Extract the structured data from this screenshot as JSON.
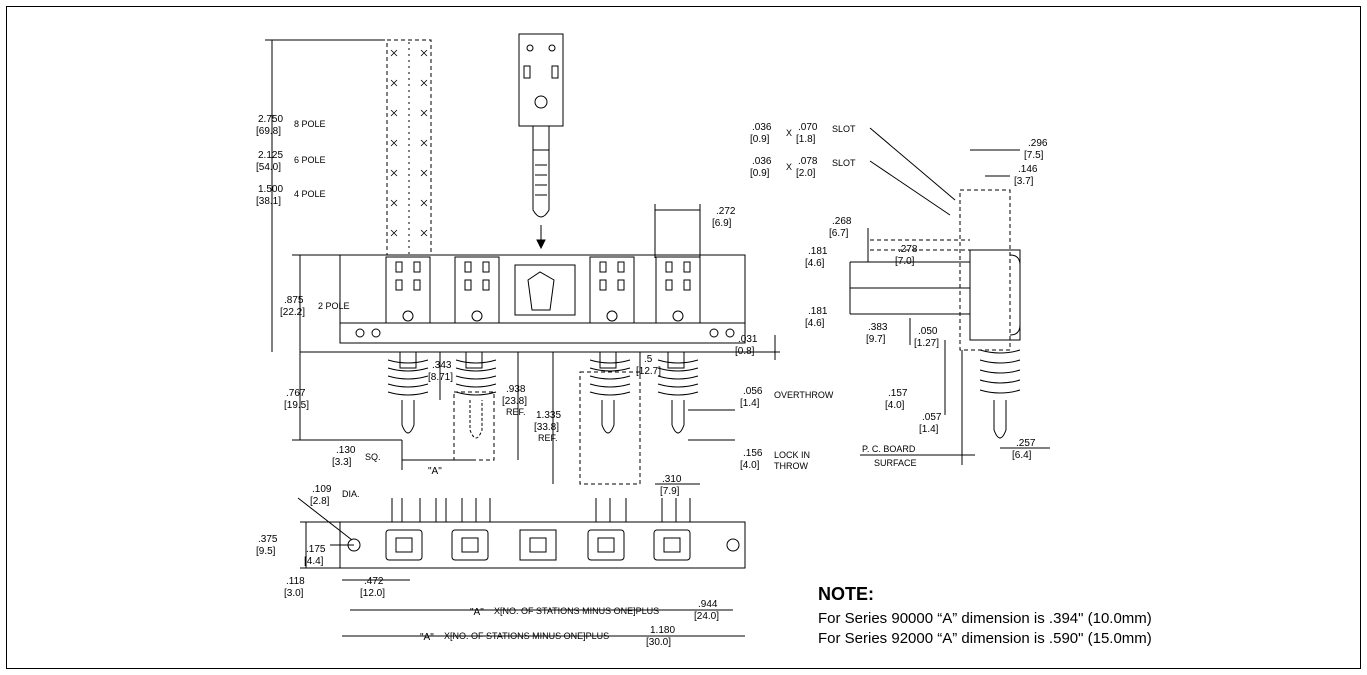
{
  "pole_dims": [
    {
      "in": "2.750",
      "mm": "[69.8]",
      "label": "8 POLE"
    },
    {
      "in": "2.125",
      "mm": "[54.0]",
      "label": "6 POLE"
    },
    {
      "in": "1.500",
      "mm": "[38.1]",
      "label": "4 POLE"
    },
    {
      "in": ".875",
      "mm": "[22.2]",
      "label": "2 POLE"
    }
  ],
  "front_dims": {
    "d767": {
      "in": ".767",
      "mm": "[19.5]"
    },
    "d343": {
      "in": ".343",
      "mm": "[8.71]"
    },
    "d938": {
      "in": ".938",
      "mm": "[23.8]",
      "note": "REF."
    },
    "d1335": {
      "in": "1.335",
      "mm": "[33.8]",
      "note": "REF."
    },
    "d5": {
      "in": ".5",
      "mm": "[12.7]"
    },
    "d130": {
      "in": ".130",
      "mm": "[3.3]",
      "note": "SQ."
    },
    "dA": "\"A\"",
    "d272": {
      "in": ".272",
      "mm": "[6.9]"
    },
    "d031": {
      "in": ".031",
      "mm": "[0.8]"
    },
    "d056": {
      "in": ".056",
      "mm": "[1.4]",
      "note": "OVERTHROW"
    },
    "d156": {
      "in": ".156",
      "mm": "[4.0]",
      "note1": "LOCK IN",
      "note2": "THROW"
    },
    "d310": {
      "in": ".310",
      "mm": "[7.9]"
    }
  },
  "bottom_dims": {
    "d109": {
      "in": ".109",
      "mm": "[2.8]",
      "note": "DIA."
    },
    "d375": {
      "in": ".375",
      "mm": "[9.5]"
    },
    "d175": {
      "in": ".175",
      "mm": "[4.4]"
    },
    "d118": {
      "in": ".118",
      "mm": "[3.0]"
    },
    "d472": {
      "in": ".472",
      "mm": "[12.0]"
    },
    "formula1": {
      "a": "\"A\"",
      "text": "X[NO. OF STATIONS MINUS ONE]PLUS",
      "in": ".944",
      "mm": "[24.0]"
    },
    "formula2": {
      "a": "\"A\"",
      "text": "X[NO. OF STATIONS MINUS ONE]PLUS",
      "in": "1.180",
      "mm": "[30.0]"
    }
  },
  "side_dims": {
    "slot1": {
      "a_in": ".036",
      "a_mm": "[0.9]",
      "x": "X",
      "b_in": ".070",
      "b_mm": "[1.8]",
      "note": "SLOT"
    },
    "slot2": {
      "a_in": ".036",
      "a_mm": "[0.9]",
      "x": "X",
      "b_in": ".078",
      "b_mm": "[2.0]",
      "note": "SLOT"
    },
    "d296": {
      "in": ".296",
      "mm": "[7.5]"
    },
    "d146": {
      "in": ".146",
      "mm": "[3.7]"
    },
    "d268": {
      "in": ".268",
      "mm": "[6.7]"
    },
    "d278": {
      "in": ".278",
      "mm": "[7.0]"
    },
    "d181a": {
      "in": ".181",
      "mm": "[4.6]"
    },
    "d181b": {
      "in": ".181",
      "mm": "[4.6]"
    },
    "d383": {
      "in": ".383",
      "mm": "[9.7]"
    },
    "d050": {
      "in": ".050",
      "mm": "[1.27]"
    },
    "d157": {
      "in": ".157",
      "mm": "[4.0]"
    },
    "d057": {
      "in": ".057",
      "mm": "[1.4]"
    },
    "d257": {
      "in": ".257",
      "mm": "[6.4]"
    },
    "pcb1": "P. C. BOARD",
    "pcb2": "SURFACE"
  },
  "note": {
    "title": "NOTE:",
    "line1": "For Series 90000 “A” dimension is .394\" (10.0mm)",
    "line2": "For Series 92000 “A” dimension is .590\" (15.0mm)"
  }
}
